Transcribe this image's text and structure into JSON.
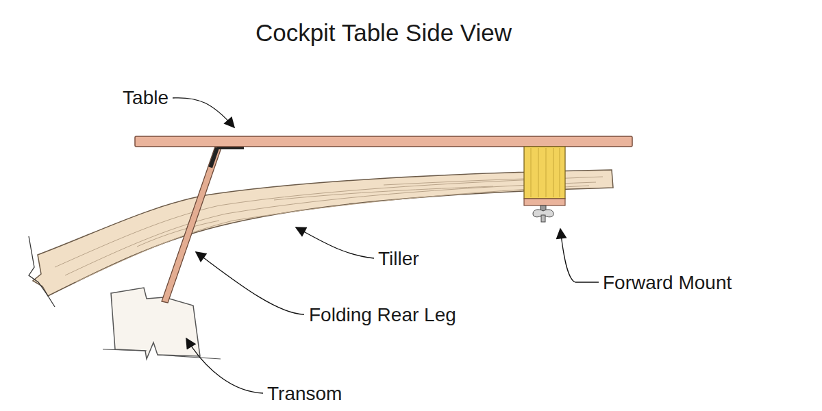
{
  "diagram": {
    "title": "Cockpit Table Side View",
    "labels": [
      "Table",
      "Tiller",
      "Forward Mount",
      "Folding Rear Leg",
      "Transom"
    ]
  }
}
